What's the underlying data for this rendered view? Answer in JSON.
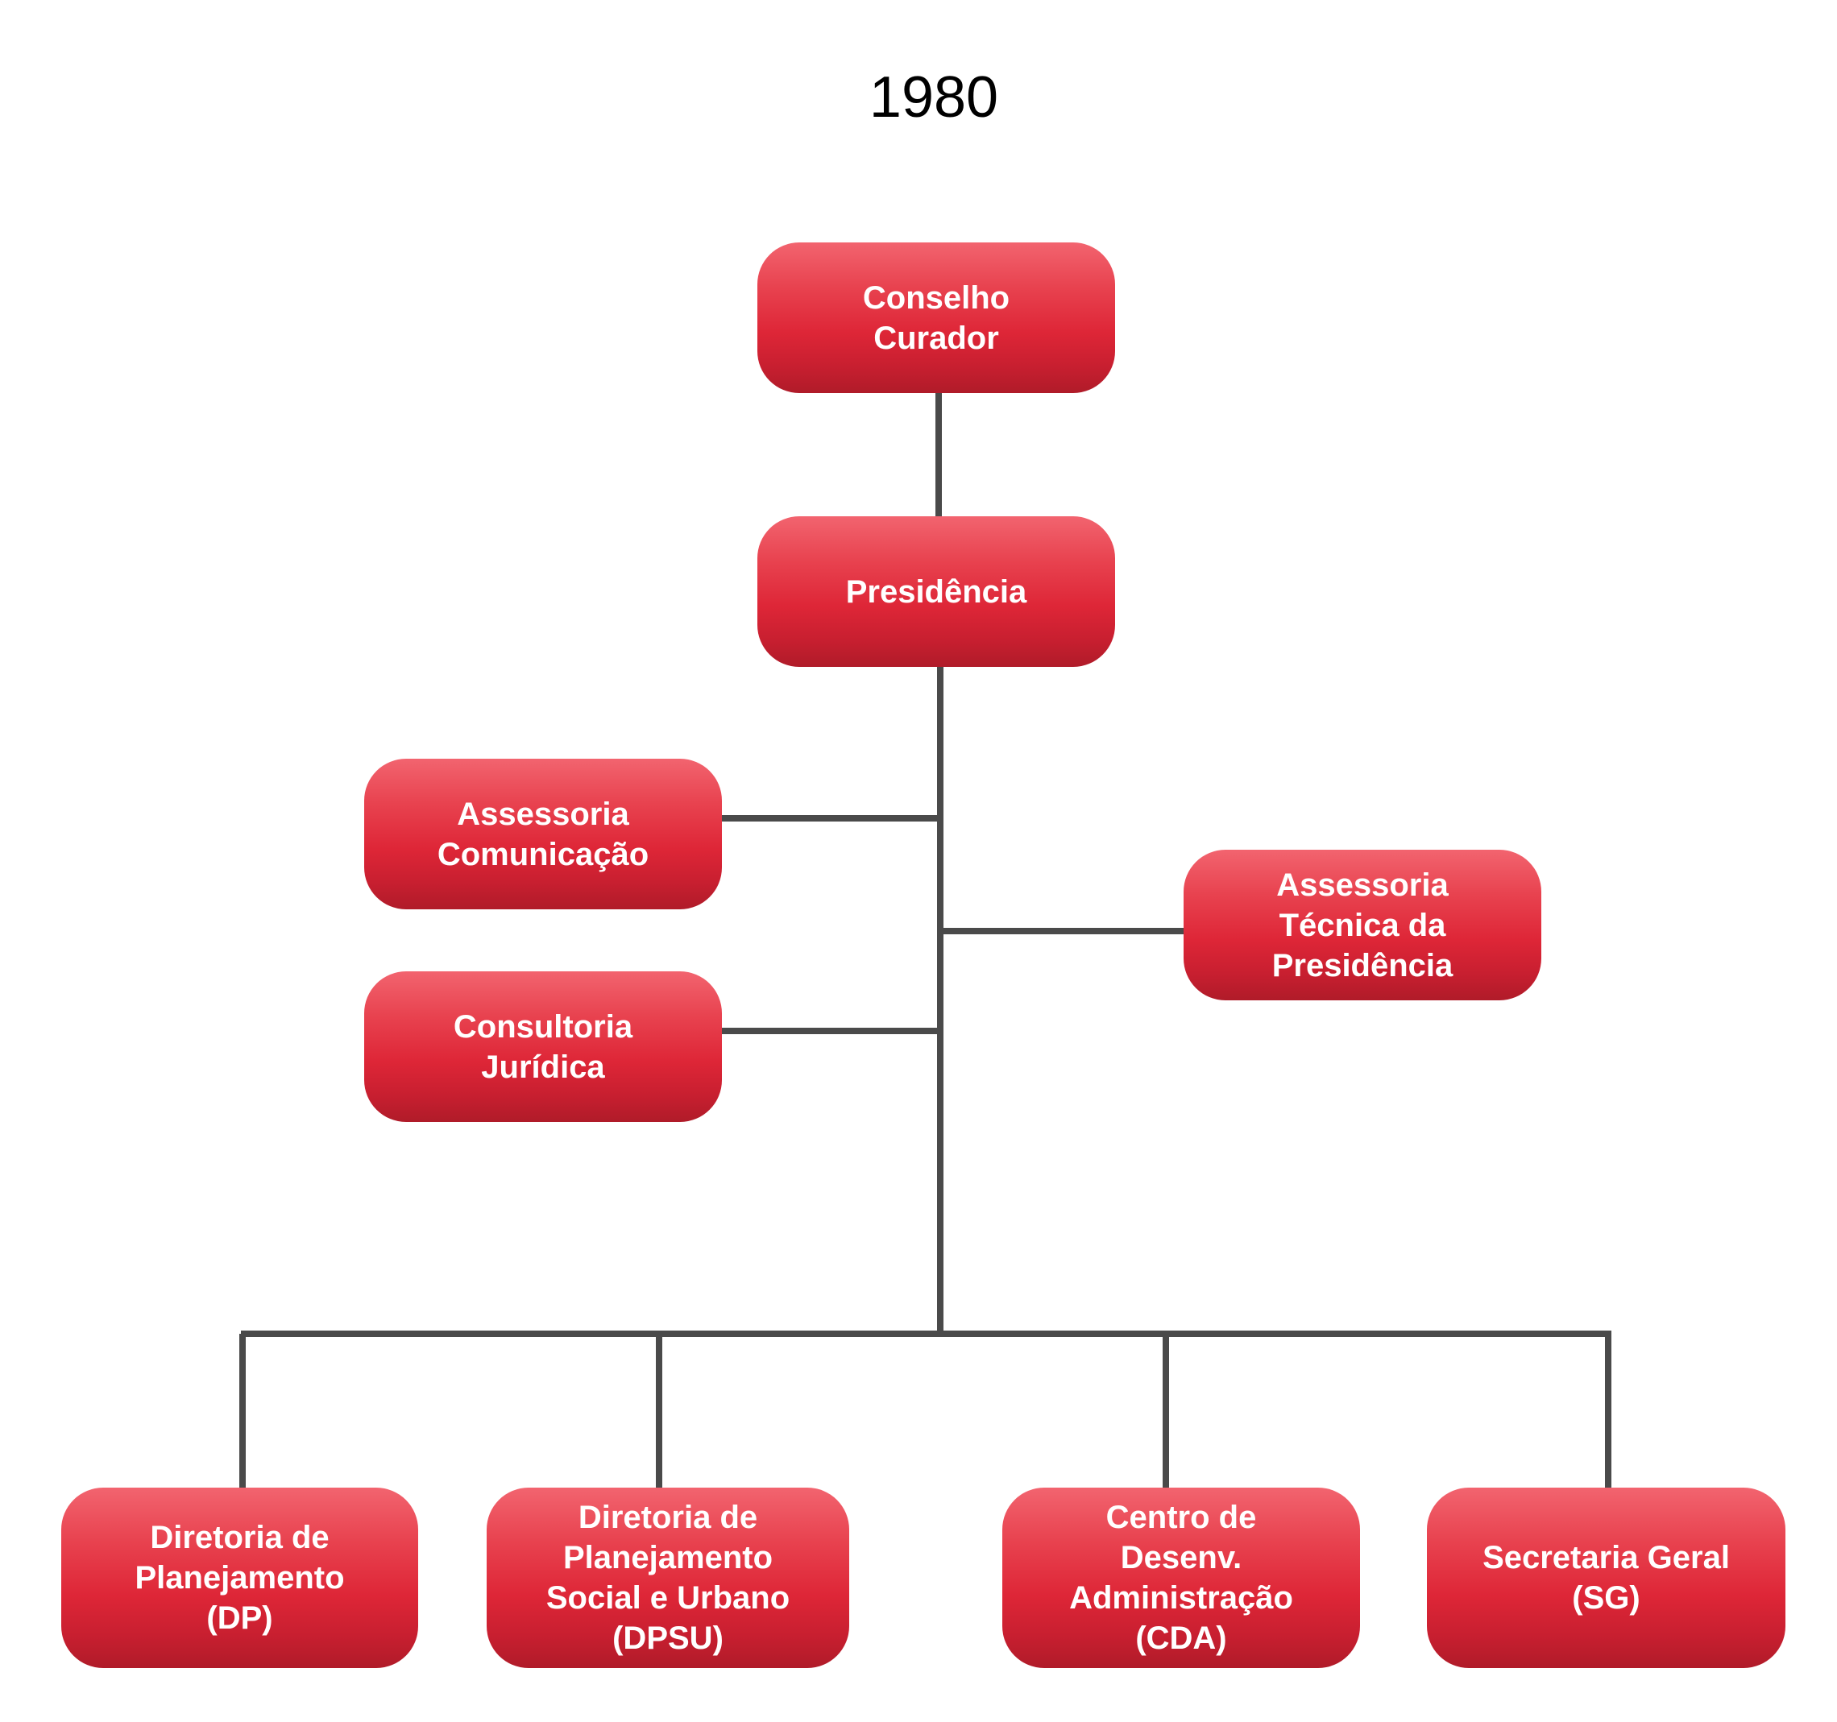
{
  "title": "1980",
  "colors": {
    "box_top": "#f2646f",
    "box_mid": "#de2637",
    "box_bottom": "#b01b29",
    "connector": "#4a4a4a"
  },
  "nodes": {
    "conselho": "Conselho\nCurador",
    "presidencia": "Presidência",
    "assessoria_comunicacao": "Assessoria\nComunicação",
    "consultoria_juridica": "Consultoria\nJurídica",
    "assessoria_tecnica": "Assessoria\nTécnica da\nPresidência",
    "dp": "Diretoria de\nPlanejamento\n(DP)",
    "dpsu": "Diretoria de\nPlanejamento\nSocial e Urbano\n(DPSU)",
    "cda": "Centro de\nDesenv.\nAdministração\n(CDA)",
    "sg": "Secretaria Geral\n(SG)"
  }
}
